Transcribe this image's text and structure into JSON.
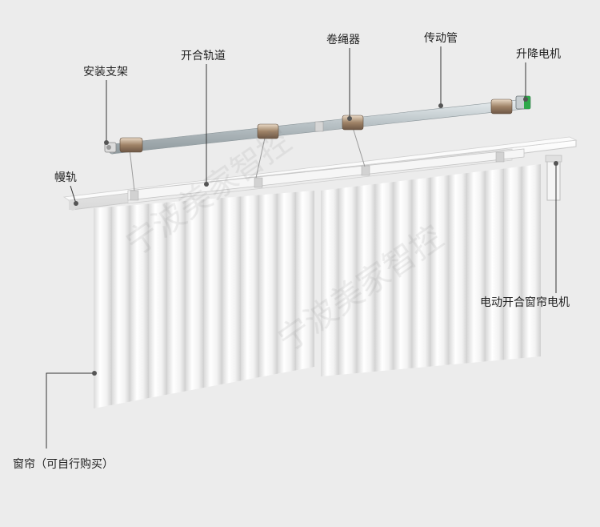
{
  "labels": {
    "mount_bracket": "安装支架",
    "open_close_track": "开合轨道",
    "cord_winder": "卷绳器",
    "drive_tube": "传动管",
    "lift_motor": "升降电机",
    "rail": "幔轨",
    "open_close_motor": "电动开合窗帘电机",
    "curtain": "窗帘（可自行购买）"
  },
  "watermark": "宁波美家智控",
  "colors": {
    "background": "#ececec",
    "track": "#f7f7f7",
    "tube": "#b9c2c6",
    "curtain": "#f4f4f4",
    "leader": "#333333",
    "motor_accent": "#2ea84a"
  }
}
